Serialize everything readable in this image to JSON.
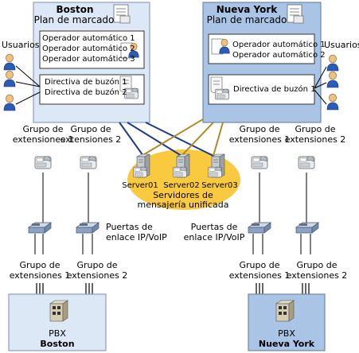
{
  "boston": {
    "name": "Boston",
    "dial_plan": "Plan de marcado",
    "auto_attendants": [
      "Operador automático 1",
      "Operador automático 2",
      "Operador automático 3"
    ],
    "mailbox_policies": [
      "Directiva de buzón 1",
      "Directiva de buzón 2"
    ],
    "users_label": "Usuarios",
    "hunt_group_1": [
      "Grupo de",
      "extensiones 1"
    ],
    "hunt_group_2": [
      "Grupo de",
      "extensiones 2"
    ],
    "hunt_group_bottom_1": [
      "Grupo de",
      "extensiones 1"
    ],
    "hunt_group_bottom_2": [
      "Grupo de",
      "extensiones 2"
    ],
    "gateways": [
      "Puertas de",
      "enlace IP/VoIP"
    ],
    "pbx_label": "PBX",
    "pbx_site": "Boston"
  },
  "newyork": {
    "name": "Nueva York",
    "dial_plan": "Plan de marcado",
    "auto_attendants": [
      "Operador automático 1",
      "Operador automático 2"
    ],
    "mailbox_policies": [
      "Directiva de buzón 1"
    ],
    "users_label": "Usuarios",
    "hunt_group_1": [
      "Grupo de",
      "extensiones 1"
    ],
    "hunt_group_2": [
      "Grupo de",
      "extensiones 2"
    ],
    "hunt_group_bottom_1": [
      "Grupo de",
      "extensiones 1"
    ],
    "hunt_group_bottom_2": [
      "Grupo de",
      "extensiones 2"
    ],
    "gateways": [
      "Puertas de",
      "enlace IP/VoIP"
    ],
    "pbx_label": "PBX",
    "pbx_site": "Nueva York"
  },
  "servers": {
    "names": [
      "Server01",
      "Server02",
      "Server03"
    ],
    "group_label": [
      "Servidores de",
      "mensajería unificada"
    ]
  },
  "icons": [
    "user-icon",
    "dial-plan-icon",
    "auto-attendant-icon",
    "mailbox-policy-icon",
    "phone-icon",
    "server-icon",
    "gateway-icon",
    "pbx-icon"
  ],
  "colors": {
    "boston_panel": "#dde8f7",
    "newyork_panel": "#a9c4e4",
    "server_cloud": "#f9c940",
    "boston_link": "#1f3c8c",
    "newyork_link": "#b08a2a",
    "user_head": "#f0c080",
    "user_body": "#2a5cb8"
  }
}
